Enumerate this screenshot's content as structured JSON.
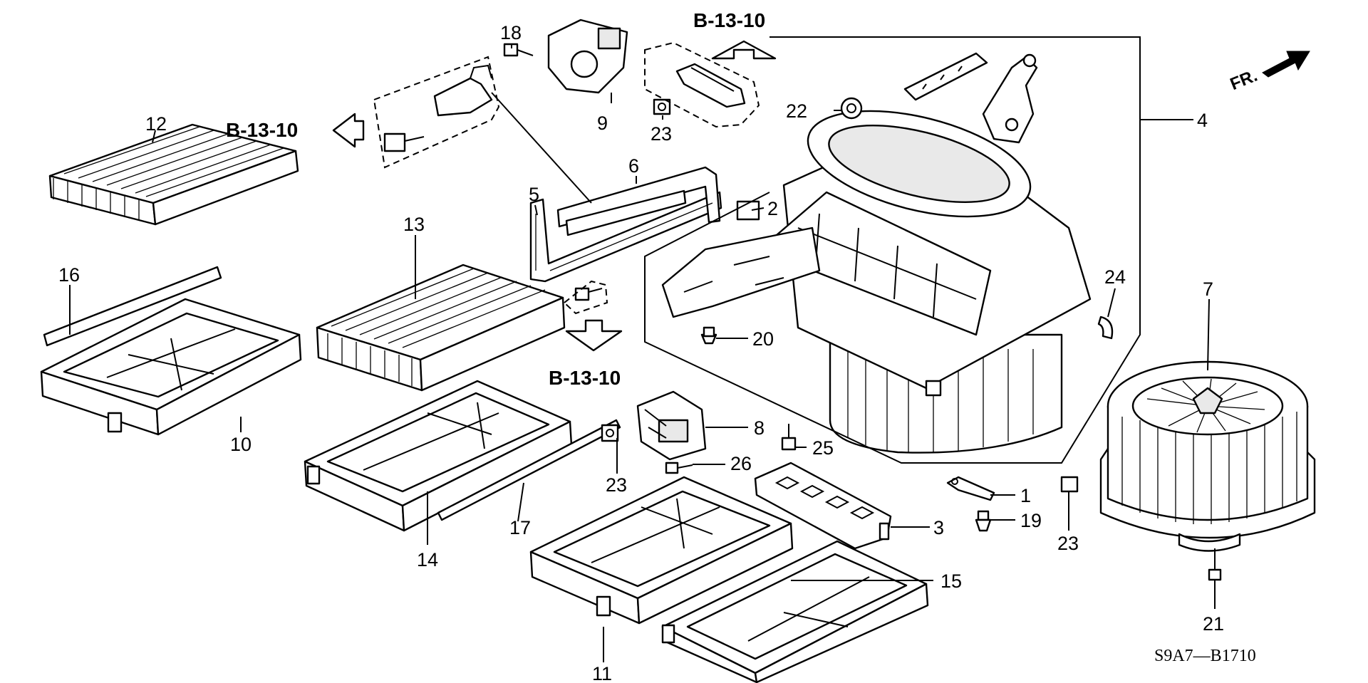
{
  "callouts": {
    "c1": "1",
    "c2": "2",
    "c3": "3",
    "c4": "4",
    "c5": "5",
    "c6": "6",
    "c7": "7",
    "c8": "8",
    "c9": "9",
    "c10": "10",
    "c11": "11",
    "c12": "12",
    "c13": "13",
    "c14": "14",
    "c15": "15",
    "c16": "16",
    "c17": "17",
    "c18": "18",
    "c19": "19",
    "c20": "20",
    "c21": "21",
    "c22": "22",
    "c23a": "23",
    "c23b": "23",
    "c23c": "23",
    "c24": "24",
    "c25": "25",
    "c26": "26"
  },
  "references": {
    "ref_top": "B-13-10",
    "ref_left": "B-13-10",
    "ref_bottom": "B-13-10"
  },
  "direction": {
    "label": "FR."
  },
  "diagram_code": "S9A7—B1710",
  "icons": {
    "front_arrow": "filled-arrow-icon",
    "ref_arrows": "outline-arrow-icon"
  }
}
